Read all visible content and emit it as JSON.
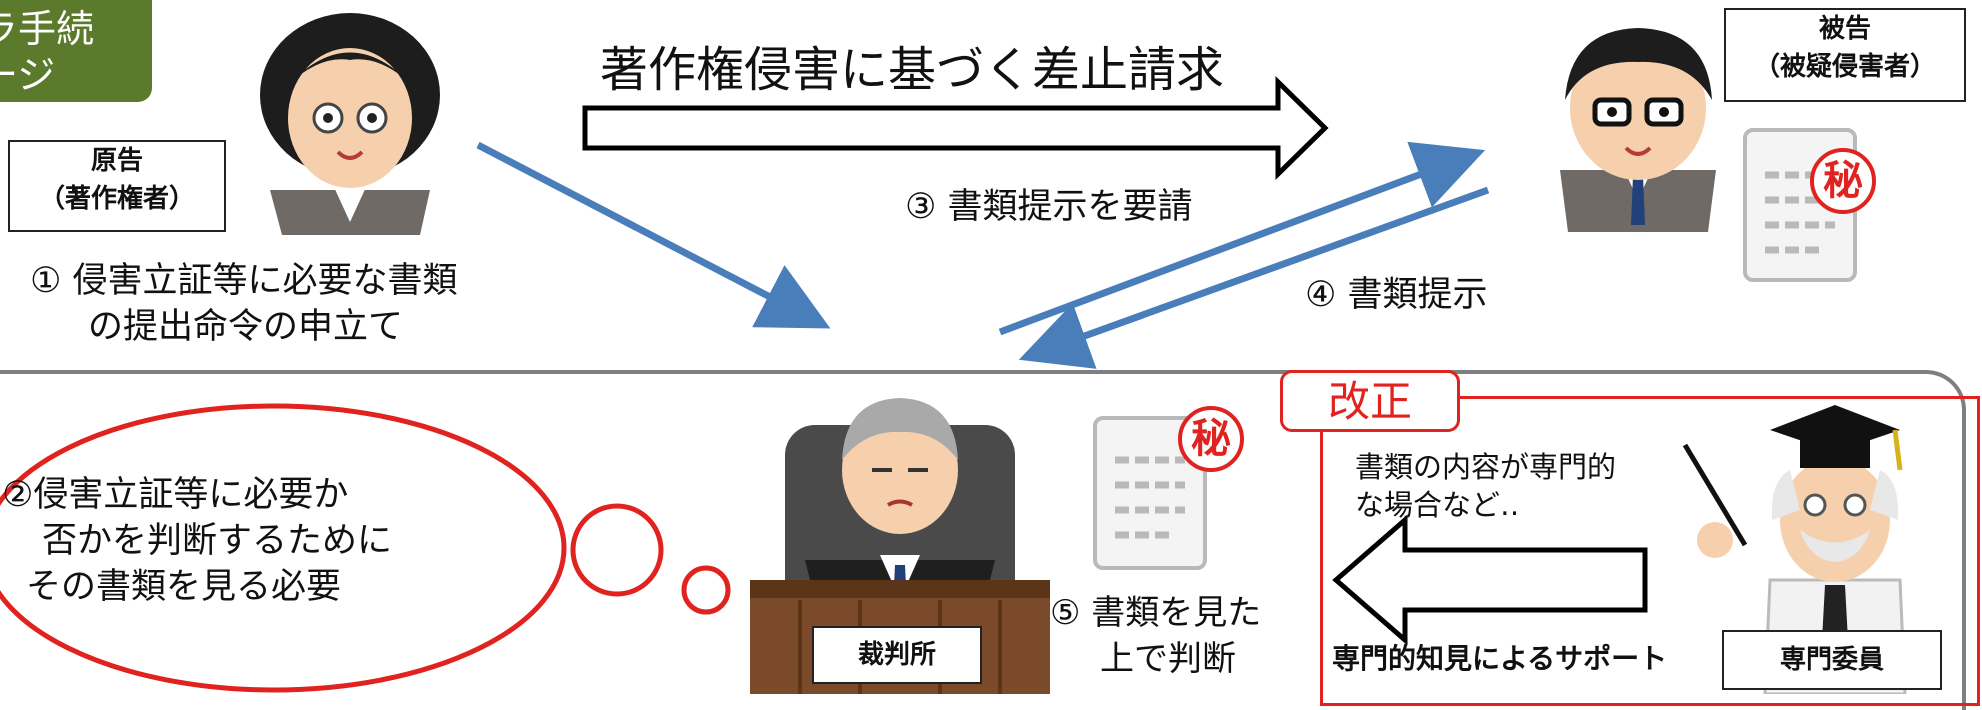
{
  "tag": {
    "line1": "ラ手続",
    "line2": "ージ"
  },
  "plaintiff": {
    "line1": "原告",
    "line2": "（著作権者）"
  },
  "defendant": {
    "line1": "被告",
    "line2": "（被疑侵害者）"
  },
  "top_arrow_label": "著作権侵害に基づく差止請求",
  "step1": {
    "line1": "①  侵害立証等に必要な書類",
    "line2": "の提出命令の申立て"
  },
  "step3": "③  書類提示を要請",
  "step4": "④  書類提示",
  "thought": {
    "line1": "②侵害立証等に必要か",
    "line2": "否かを判断するために",
    "line3": "その書類を見る必要"
  },
  "court_label": "裁判所",
  "step5": {
    "line1": "⑤ 書類を見た",
    "line2": "上で判断"
  },
  "secret_mark": "秘",
  "revision": {
    "label": "改正",
    "note_line1": "書類の内容が専門的",
    "note_line2": "な場合など‥",
    "support": "専門的知見によるサポート",
    "expert_label": "専門委員"
  },
  "colors": {
    "arrow_blue": "#4a7ebb",
    "accent_red": "#e0231f",
    "tag_green": "#5b7a2b"
  }
}
